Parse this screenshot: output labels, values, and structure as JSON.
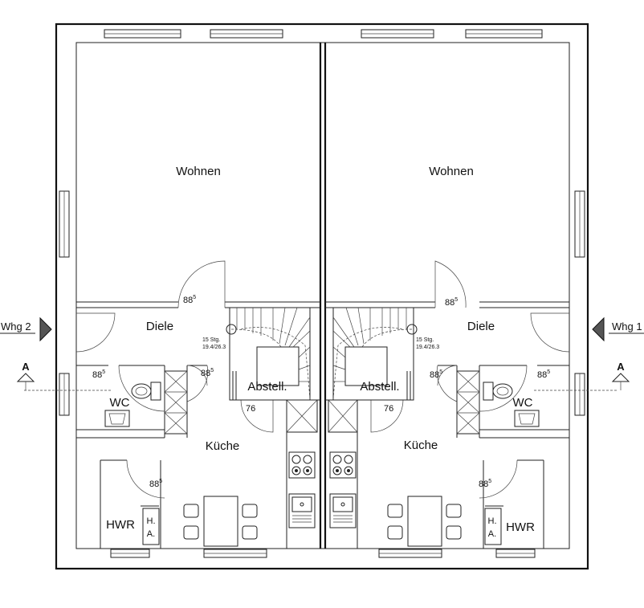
{
  "rooms": {
    "left": {
      "wohnen": "Wohnen",
      "diele": "Diele",
      "wc": "WC",
      "kueche": "Küche",
      "hwr": "HWR",
      "abstell": "Abstell.",
      "ha_line1": "H.",
      "ha_line2": "A."
    },
    "right": {
      "wohnen": "Wohnen",
      "diele": "Diele",
      "wc": "WC",
      "kueche": "Küche",
      "hwr": "HWR",
      "abstell": "Abstell.",
      "ha_line1": "H.",
      "ha_line2": "A."
    }
  },
  "dimensions": {
    "door_main": "88",
    "door_main_sup": "5",
    "door_small": "76"
  },
  "stairs": {
    "steps": "15 Stg.",
    "ratio": "19.4/26.3"
  },
  "markers": {
    "unit_left": "Whg 2",
    "unit_right": "Whg 1",
    "section": "A"
  }
}
